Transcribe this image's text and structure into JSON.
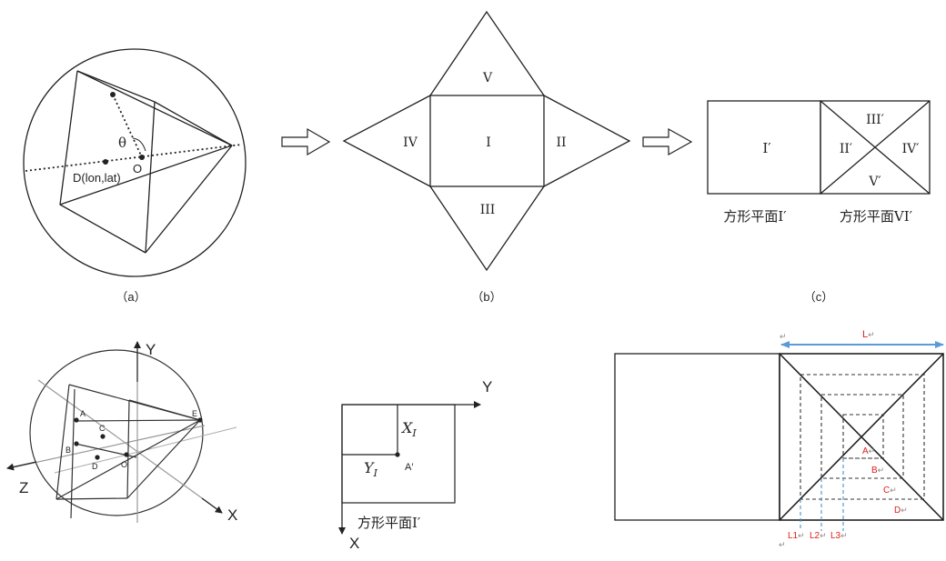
{
  "panel_a": {
    "theta": "θ",
    "o": "O",
    "d": "D(lon,lat)",
    "caption": "（a）"
  },
  "panel_b": {
    "face_v": "V",
    "face_iv": "IV",
    "face_i": "I",
    "face_ii": "II",
    "face_iii": "III",
    "caption": "（b）"
  },
  "panel_c": {
    "face_i": "I′",
    "face_iii": "III′",
    "face_ii": "II′",
    "face_iv": "IV′",
    "face_v": "V′",
    "label_left": "方形平面I′",
    "label_right": "方形平面VI′",
    "caption": "（c）"
  },
  "panel_d": {
    "y_axis": "Y",
    "z_axis": "Z",
    "x_axis": "X",
    "a": "A",
    "b": "B",
    "c": "C",
    "d": "D",
    "o": "O",
    "e": "E"
  },
  "panel_e": {
    "y_axis": "Y",
    "x_axis": "X",
    "x_i": "X",
    "x_i_sub": "I",
    "y_i": "Y",
    "y_i_sub": "I",
    "a_prime": "A′",
    "plane_label": "方形平面I′"
  },
  "panel_f": {
    "l": "L",
    "a": "A",
    "b": "B",
    "c": "C",
    "d": "D",
    "l1": "L1",
    "l2": "L2",
    "l3": "L3",
    "return_mark": "↵"
  },
  "colors": {
    "line": "#222222",
    "red_label": "#e0201a",
    "blue_arrow": "#5b9bd5",
    "blue_dash": "#4a90c8"
  }
}
